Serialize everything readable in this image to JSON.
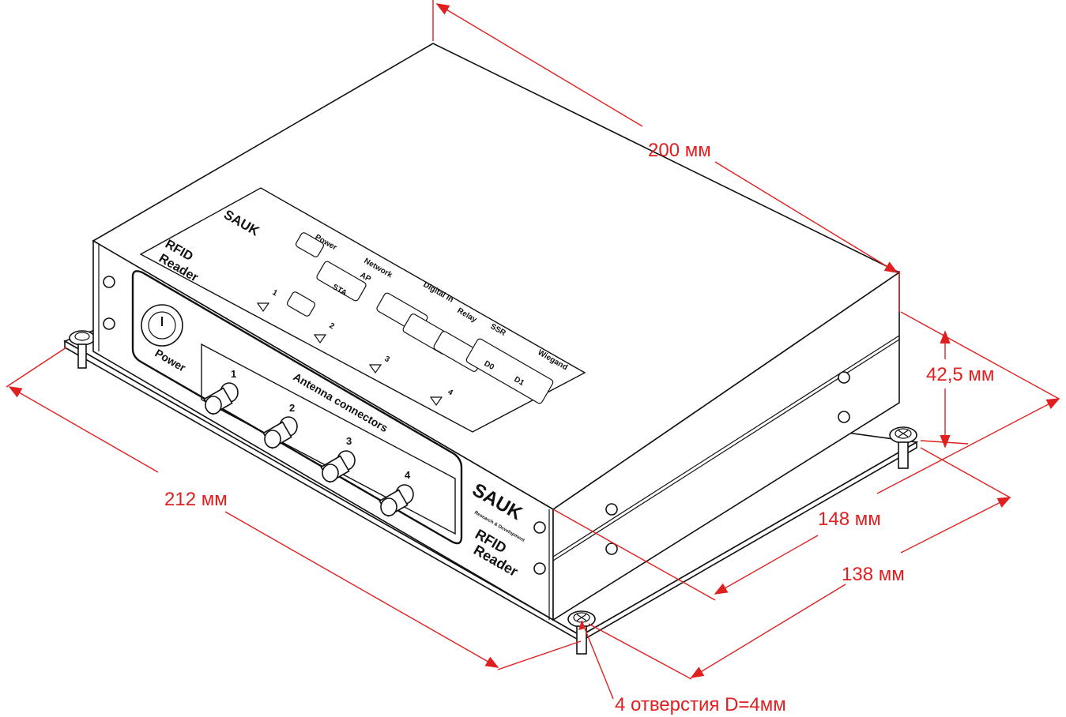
{
  "dimensions": {
    "length": "200 мм",
    "height": "42,5 мм",
    "width_outer": "212 мм",
    "depth_outer": "148 мм",
    "depth_inner": "138 мм",
    "holes": "4 отверстия D=4мм"
  },
  "device": {
    "brand": "SAUK",
    "tagline": "Research & Development",
    "product_line1": "RFID",
    "product_line2": "Reader",
    "power_label": "Power",
    "antenna_title": "Antenna connectors",
    "antenna_ports": [
      "1",
      "2",
      "3",
      "4"
    ],
    "top_panel": {
      "power": "Power",
      "network": "Network",
      "ap": "AP",
      "sta": "STA",
      "digital_in": "Digital In",
      "relay": "Relay",
      "ssr": "SSR",
      "wiegand": "Wiegand",
      "d0": "D0",
      "d1": "D1",
      "n1": "1",
      "n2": "2",
      "a1": "1",
      "a2": "2",
      "a3": "3",
      "a4": "4"
    }
  },
  "colors": {
    "dimension": "#e02020",
    "outline": "#111111"
  }
}
